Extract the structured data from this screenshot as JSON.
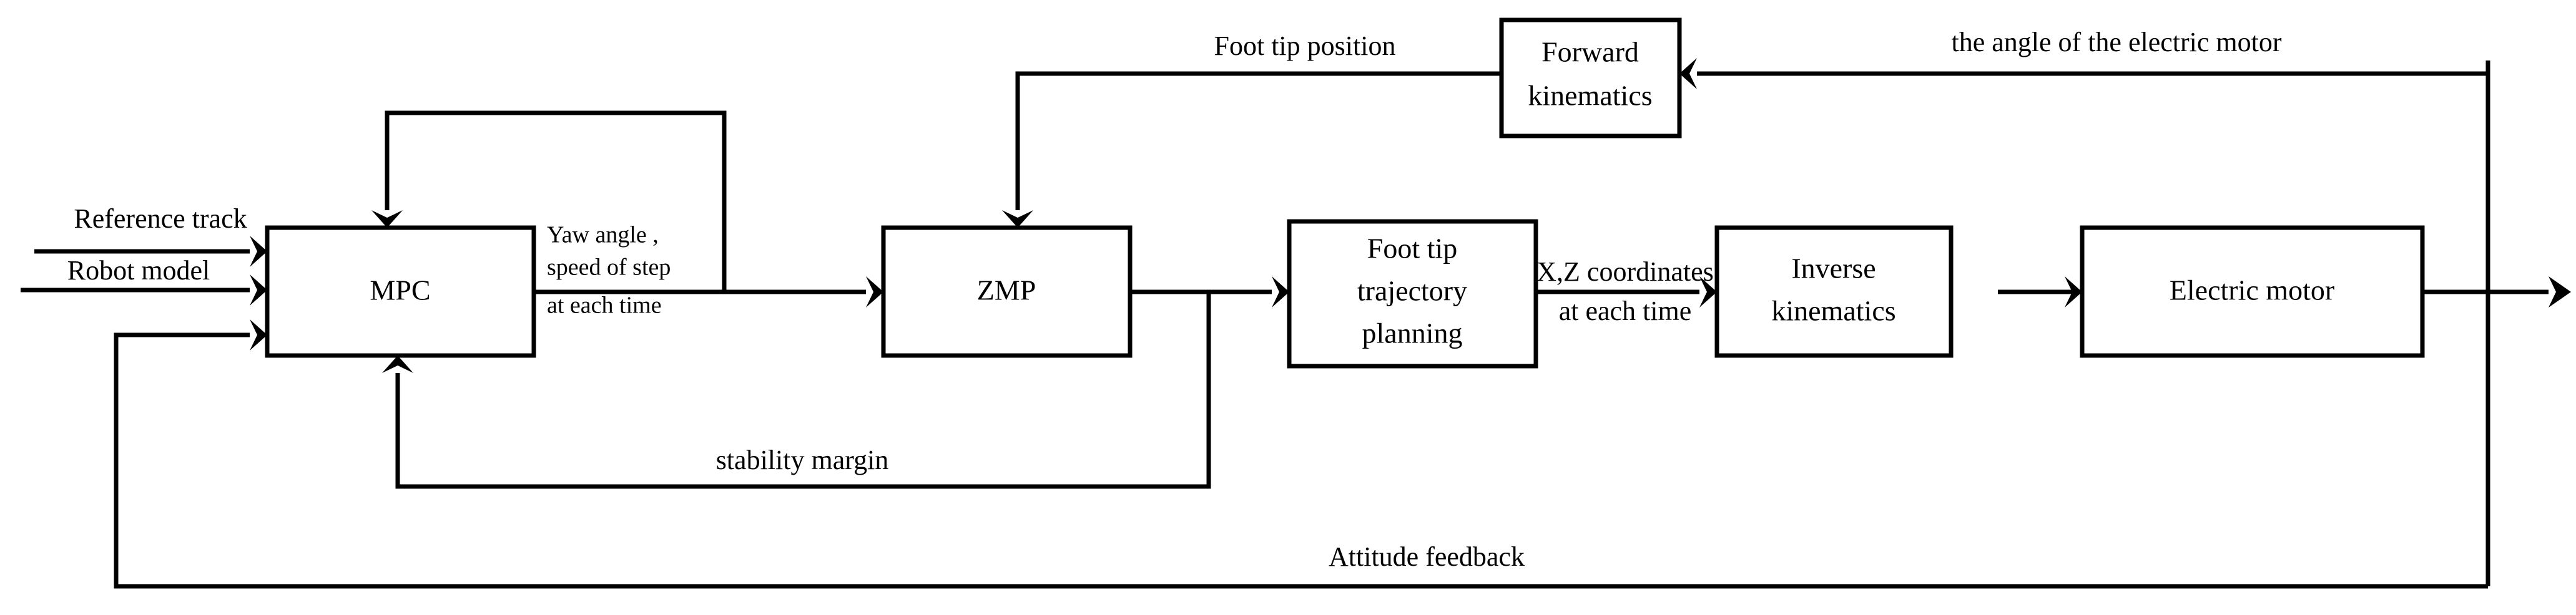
{
  "diagram": {
    "title": "Biped robot walking control block diagram",
    "type": "control-block-diagram",
    "background_color": "#ffffff",
    "line_color": "#000000"
  },
  "blocks": [
    {
      "id": "mpc",
      "label": "MPC"
    },
    {
      "id": "zmp",
      "label": "ZMP"
    },
    {
      "id": "foot_tip_planning",
      "label_line1": "Foot tip",
      "label_line2": "trajectory",
      "label_line3": "planning"
    },
    {
      "id": "inverse_kinematics",
      "label_line1": "Inverse",
      "label_line2": "kinematics"
    },
    {
      "id": "electric_motor",
      "label": "Electric motor"
    },
    {
      "id": "forward_kinematics",
      "label_line1": "Forward",
      "label_line2": "kinematics"
    }
  ],
  "signals": {
    "reference_track": "Reference track",
    "robot_model": "Robot model",
    "yaw_angle_line1": "Yaw angle ,",
    "yaw_angle_line2": "speed of step",
    "yaw_angle_line3": "at each time",
    "xz_coordinates_line1": "X,Z coordinates",
    "xz_coordinates_line2": "at each time",
    "foot_tip_position": "Foot tip position",
    "motor_angle": "the angle of the electric motor",
    "stability_margin": "stability margin",
    "attitude_feedback": "Attitude feedback"
  }
}
